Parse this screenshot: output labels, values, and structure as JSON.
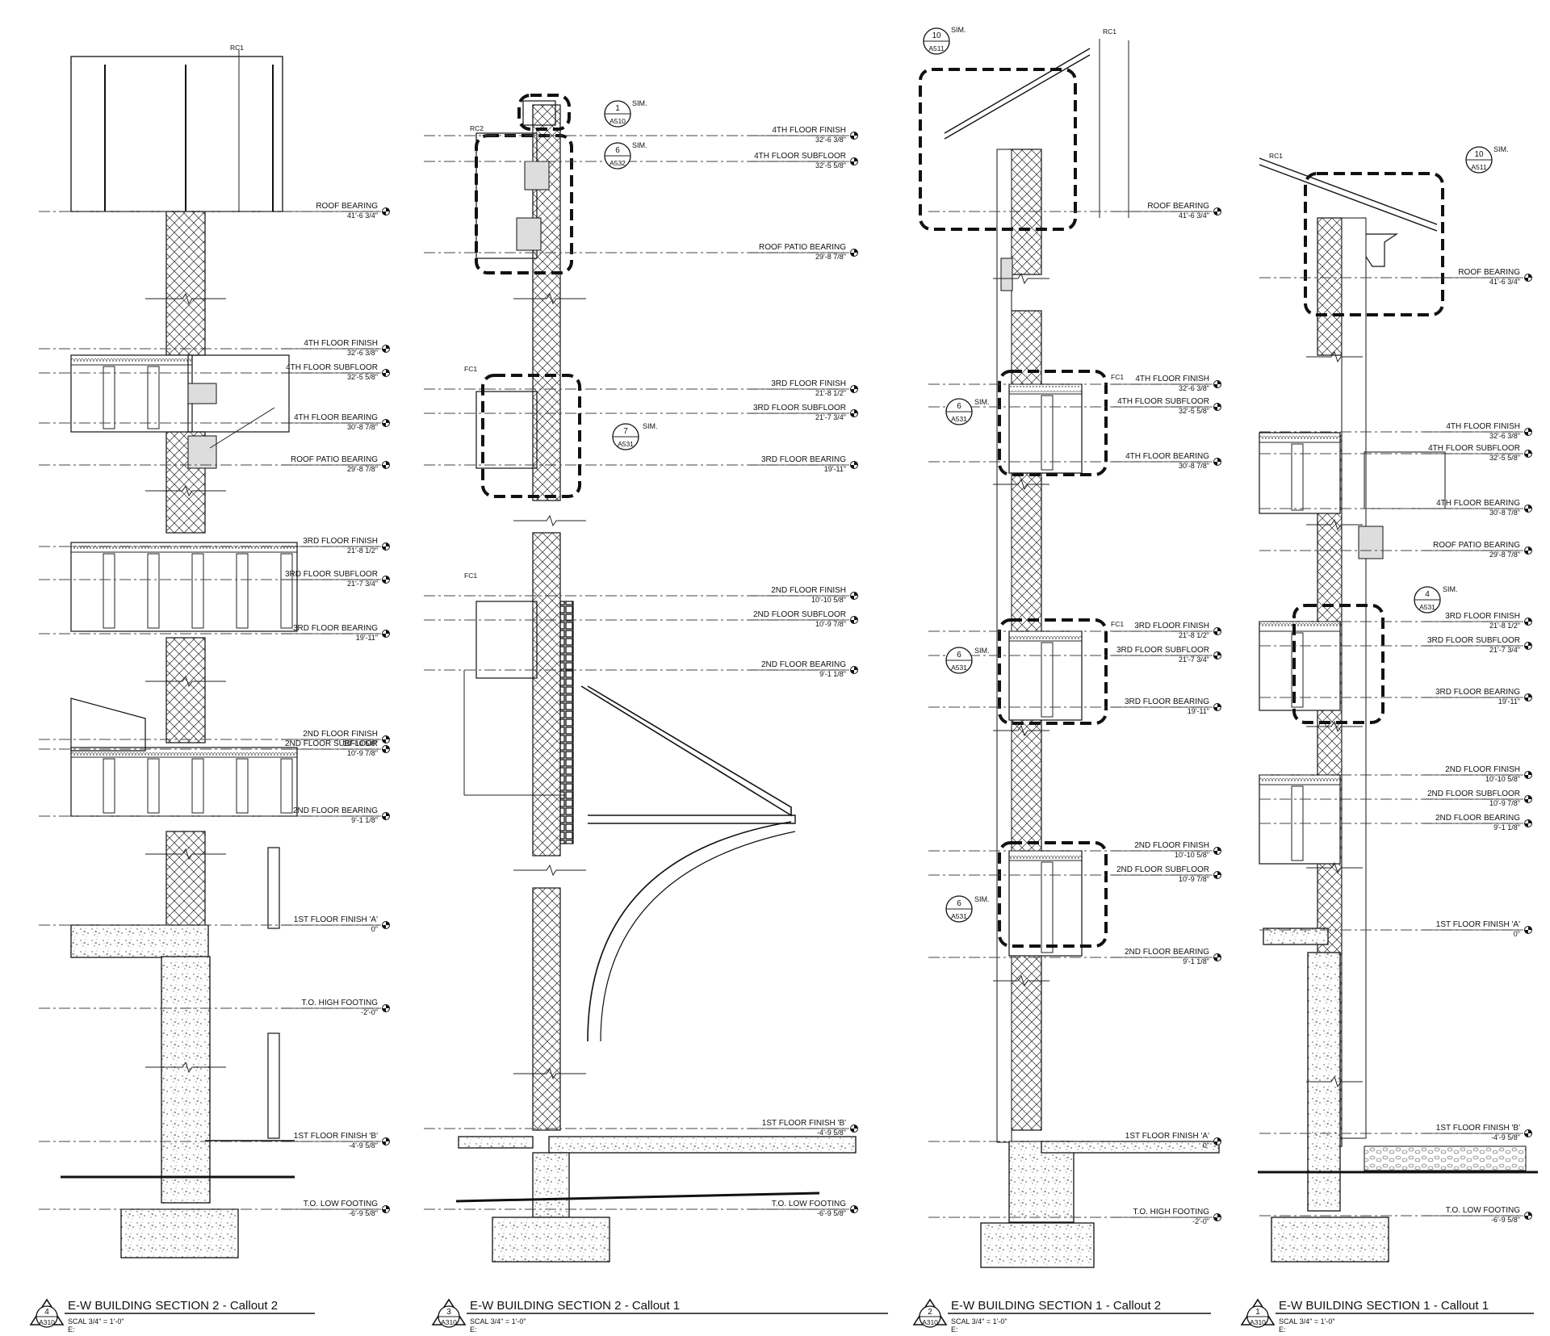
{
  "drawings": [
    {
      "id": "d4",
      "title": "E-W BUILDING SECTION 2 - Callout 2",
      "number": "4",
      "sheet": "A310",
      "scale": "SCAL  3/4\" = 1'-0\"",
      "note": "E:",
      "wall_tags": [
        "RC1"
      ],
      "levels": [
        {
          "name": "ROOF BEARING",
          "elev": "41'-6 3/4\""
        },
        {
          "name": "4TH FLOOR FINISH",
          "elev": "32'-6 3/8\""
        },
        {
          "name": "4TH FLOOR SUBFLOOR",
          "elev": "32'-5 5/8\""
        },
        {
          "name": "4TH FLOOR BEARING",
          "elev": "30'-8 7/8\""
        },
        {
          "name": "ROOF PATIO BEARING",
          "elev": "29'-8 7/8\""
        },
        {
          "name": "3RD FLOOR FINISH",
          "elev": "21'-8 1/2\""
        },
        {
          "name": "3RD FLOOR SUBFLOOR",
          "elev": "21'-7 3/4\""
        },
        {
          "name": "3RD FLOOR BEARING",
          "elev": "19'-11\""
        },
        {
          "name": "2ND FLOOR FINISH",
          "elev": "10'-10 5/8\""
        },
        {
          "name": "2ND FLOOR SUBFLOOR",
          "elev": "10'-9 7/8\""
        },
        {
          "name": "2ND FLOOR BEARING",
          "elev": "9'-1 1/8\""
        },
        {
          "name": "1ST FLOOR FINISH 'A'",
          "elev": "0\""
        },
        {
          "name": "T.O. HIGH FOOTING",
          "elev": "-2'-0\""
        },
        {
          "name": "1ST FLOOR FINISH 'B'",
          "elev": "-4'-9 5/8\""
        },
        {
          "name": "T.O. LOW FOOTING",
          "elev": "-6'-9 5/8\""
        }
      ],
      "callouts": []
    },
    {
      "id": "d3",
      "title": "E-W BUILDING SECTION 2 - Callout 1",
      "number": "3",
      "sheet": "A310",
      "scale": "SCAL  3/4\" = 1'-0\"",
      "note": "E:",
      "wall_tags": [
        "RC2",
        "FC1",
        "FC1"
      ],
      "levels": [
        {
          "name": "4TH FLOOR FINISH",
          "elev": "32'-6 3/8\""
        },
        {
          "name": "4TH FLOOR SUBFLOOR",
          "elev": "32'-5 5/8\""
        },
        {
          "name": "ROOF PATIO BEARING",
          "elev": "29'-8 7/8\""
        },
        {
          "name": "3RD FLOOR FINISH",
          "elev": "21'-8 1/2\""
        },
        {
          "name": "3RD FLOOR SUBFLOOR",
          "elev": "21'-7 3/4\""
        },
        {
          "name": "3RD FLOOR BEARING",
          "elev": "19'-11\""
        },
        {
          "name": "2ND FLOOR FINISH",
          "elev": "10'-10 5/8\""
        },
        {
          "name": "2ND FLOOR SUBFLOOR",
          "elev": "10'-9 7/8\""
        },
        {
          "name": "2ND FLOOR BEARING",
          "elev": "9'-1 1/8\""
        },
        {
          "name": "1ST FLOOR FINISH 'B'",
          "elev": "-4'-9 5/8\""
        },
        {
          "name": "T.O. LOW FOOTING",
          "elev": "-6'-9 5/8\""
        }
      ],
      "callouts": [
        {
          "num": "1",
          "sheet": "A510",
          "sim": "SIM."
        },
        {
          "num": "6",
          "sheet": "A532",
          "sim": "SIM."
        },
        {
          "num": "7",
          "sheet": "A531",
          "sim": "SIM."
        }
      ]
    },
    {
      "id": "d2",
      "title": "E-W BUILDING SECTION 1 - Callout 2",
      "number": "2",
      "sheet": "A310",
      "scale": "SCAL  3/4\" = 1'-0\"",
      "note": "E:",
      "wall_tags": [
        "RC1",
        "FC1",
        "FC1"
      ],
      "levels": [
        {
          "name": "ROOF BEARING",
          "elev": "41'-6 3/4\""
        },
        {
          "name": "4TH FLOOR FINISH",
          "elev": "32'-6 3/8\""
        },
        {
          "name": "4TH FLOOR SUBFLOOR",
          "elev": "32'-5 5/8\""
        },
        {
          "name": "4TH FLOOR BEARING",
          "elev": "30'-8 7/8\""
        },
        {
          "name": "3RD FLOOR FINISH",
          "elev": "21'-8 1/2\""
        },
        {
          "name": "3RD FLOOR SUBFLOOR",
          "elev": "21'-7 3/4\""
        },
        {
          "name": "3RD FLOOR BEARING",
          "elev": "19'-11\""
        },
        {
          "name": "2ND FLOOR FINISH",
          "elev": "10'-10 5/8\""
        },
        {
          "name": "2ND FLOOR SUBFLOOR",
          "elev": "10'-9 7/8\""
        },
        {
          "name": "2ND FLOOR BEARING",
          "elev": "9'-1 1/8\""
        },
        {
          "name": "1ST FLOOR FINISH 'A'",
          "elev": "0\""
        },
        {
          "name": "T.O. HIGH FOOTING",
          "elev": "-2'-0\""
        }
      ],
      "callouts": [
        {
          "num": "10",
          "sheet": "A511",
          "sim": "SIM."
        },
        {
          "num": "6",
          "sheet": "A531",
          "sim": "SIM."
        },
        {
          "num": "6",
          "sheet": "A531",
          "sim": "SIM."
        },
        {
          "num": "6",
          "sheet": "A531",
          "sim": "SIM."
        }
      ]
    },
    {
      "id": "d1",
      "title": "E-W BUILDING SECTION 1 - Callout 1",
      "number": "1",
      "sheet": "A310",
      "scale": "SCAL  3/4\" = 1'-0\"",
      "note": "E:",
      "wall_tags": [
        "RC1"
      ],
      "levels": [
        {
          "name": "ROOF BEARING",
          "elev": "41'-6 3/4\""
        },
        {
          "name": "4TH FLOOR FINISH",
          "elev": "32'-6 3/8\""
        },
        {
          "name": "4TH FLOOR SUBFLOOR",
          "elev": "32'-5 5/8\""
        },
        {
          "name": "4TH FLOOR BEARING",
          "elev": "30'-8 7/8\""
        },
        {
          "name": "ROOF PATIO BEARING",
          "elev": "29'-8 7/8\""
        },
        {
          "name": "3RD FLOOR FINISH",
          "elev": "21'-8 1/2\""
        },
        {
          "name": "3RD FLOOR SUBFLOOR",
          "elev": "21'-7 3/4\""
        },
        {
          "name": "3RD FLOOR BEARING",
          "elev": "19'-11\""
        },
        {
          "name": "2ND FLOOR FINISH",
          "elev": "10'-10 5/8\""
        },
        {
          "name": "2ND FLOOR SUBFLOOR",
          "elev": "10'-9 7/8\""
        },
        {
          "name": "2ND FLOOR BEARING",
          "elev": "9'-1 1/8\""
        },
        {
          "name": "1ST FLOOR FINISH 'A'",
          "elev": "0\""
        },
        {
          "name": "1ST FLOOR FINISH 'B'",
          "elev": "-4'-9 5/8\""
        },
        {
          "name": "T.O. LOW FOOTING",
          "elev": "-6'-9 5/8\""
        }
      ],
      "callouts": [
        {
          "num": "10",
          "sheet": "A511",
          "sim": "SIM."
        },
        {
          "num": "4",
          "sheet": "A531",
          "sim": "SIM."
        }
      ]
    }
  ]
}
